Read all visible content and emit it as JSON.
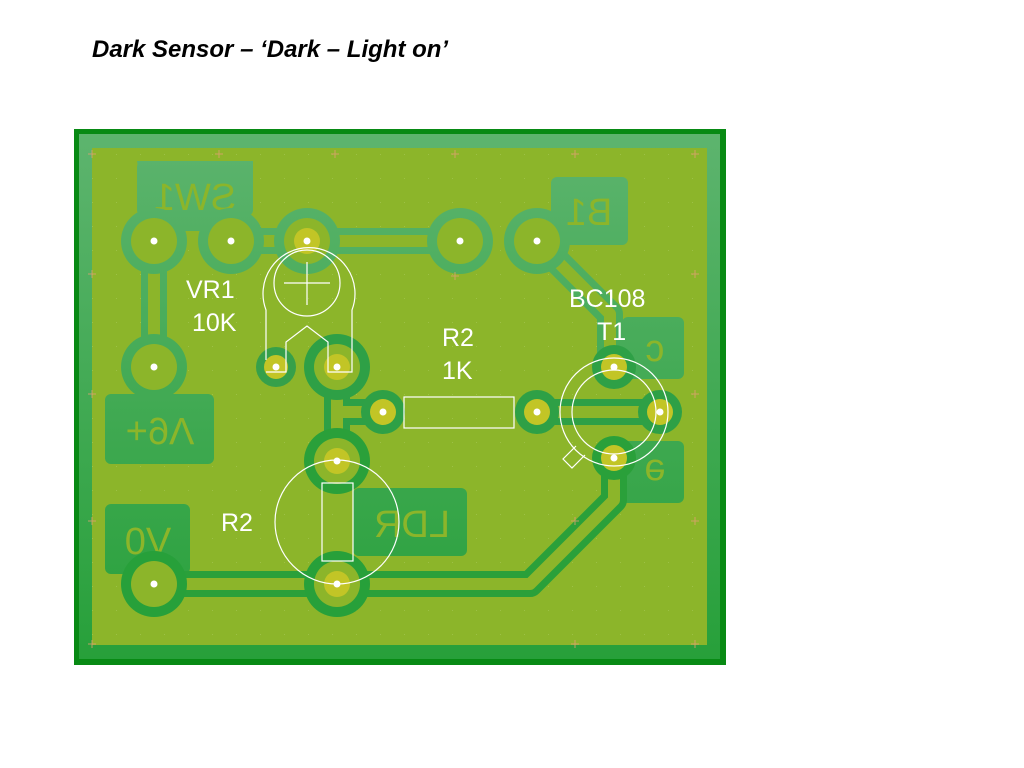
{
  "title": "Dark Sensor – ‘Dark – Light on’",
  "board": {
    "colors": {
      "frame": "#088a14",
      "band_top": "#5db46e",
      "band_bottom": "#27a03a",
      "fill": "#8cb52a",
      "pad_ring": "#33a04c",
      "pad_center": "#c2c526",
      "silkscreen": "#ffffff",
      "copper_label": "#8cb52a"
    },
    "copper_labels": {
      "sw1": "SW1",
      "b1": "B1",
      "c": "c",
      "e": "e",
      "plus9v": "+9V",
      "zero_v": "0V",
      "ldr": "LDR"
    },
    "silk_labels": {
      "vr1_ref": "VR1",
      "vr1_value": "10K",
      "r2_ref": "R2",
      "r2_value": "1K",
      "t1_part": "BC108",
      "t1_ref": "T1",
      "ldr_ref": "R2"
    },
    "components": [
      {
        "ref": "VR1",
        "value": "10K",
        "type": "trimmer-potentiometer"
      },
      {
        "ref": "R2",
        "value": "1K",
        "type": "resistor"
      },
      {
        "ref": "T1",
        "value": "BC108",
        "type": "npn-transistor"
      },
      {
        "ref": "R2",
        "value": "LDR",
        "type": "light-dependent-resistor"
      },
      {
        "ref": "SW1",
        "value": "",
        "type": "switch"
      },
      {
        "ref": "B1",
        "value": "",
        "type": "battery"
      }
    ]
  }
}
